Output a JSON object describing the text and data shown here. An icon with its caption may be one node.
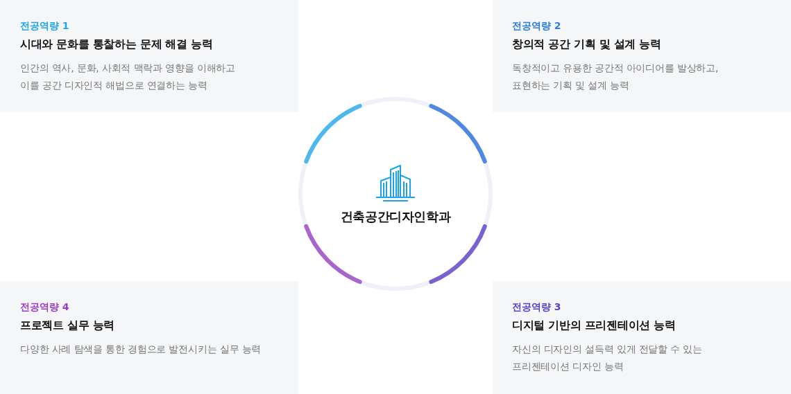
{
  "diagram": {
    "nodes": [
      {
        "text": [
          "전공역량 1",
          "시대와 문화를 통찰하는 문제 해결 능력",
          "인간의 역사, 문화, 사회적 맥락과 영향을 이해하고 이를 공간 디자인적 해법으로 연결하는 능력"
        ]
      },
      {
        "text": [
          "전공역량 2",
          "창의적 공간 기획 및 설계 능력",
          "독창적이고 유용한 공간적 아이디어를 발상하고, 표현하는 기획 및 설계 능력"
        ]
      },
      {
        "text": [
          "건축공간디자인학과"
        ]
      },
      {
        "text": [
          "전공역량 4",
          "프로젝트 실무 능력",
          "다양한 사례 탐색을 통한 경험으로 발전시키는 실무 능력"
        ]
      },
      {
        "text": [
          "전공역량 3",
          "디지털 기반의 프리젠테이션 능력",
          "자신의 디자인의 설득력 있게 전달할 수 있는 프리젠테이션 디자인 능력"
        ]
      }
    ]
  }
}
